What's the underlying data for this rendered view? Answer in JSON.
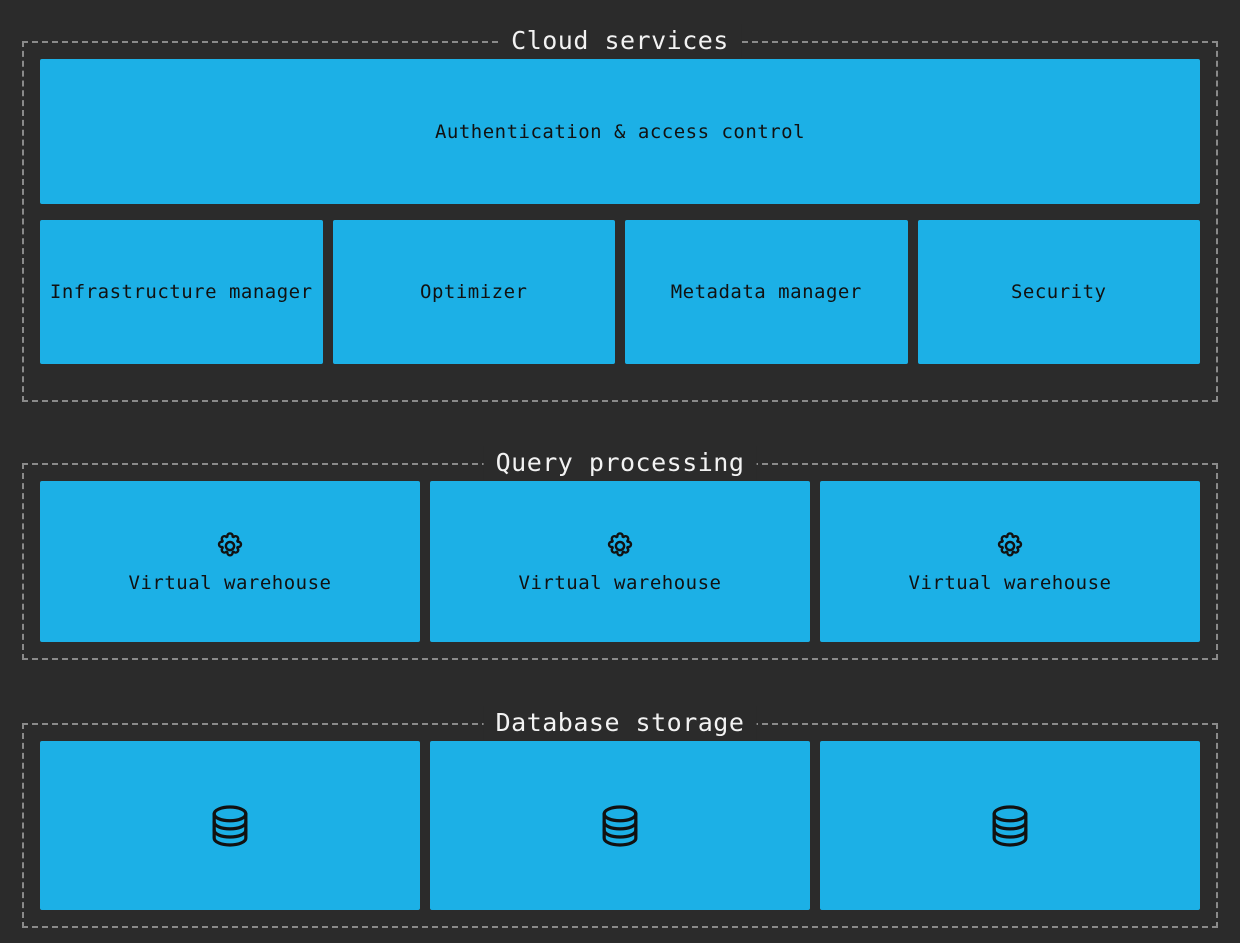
{
  "colors": {
    "background": "#2b2b2b",
    "node_fill": "#1cb0e6",
    "node_text": "#111111",
    "border_dashed": "#8a8a8a",
    "title_text": "#f2f2f2"
  },
  "sections": [
    {
      "id": "cloud-services",
      "title": "Cloud services",
      "rows": [
        {
          "id": "auth-row",
          "nodes": [
            {
              "label": "Authentication & access control",
              "icon": null
            }
          ]
        },
        {
          "id": "services-row",
          "nodes": [
            {
              "label": "Infrastructure manager",
              "icon": null
            },
            {
              "label": "Optimizer",
              "icon": null
            },
            {
              "label": "Metadata manager",
              "icon": null
            },
            {
              "label": "Security",
              "icon": null
            }
          ]
        }
      ]
    },
    {
      "id": "query-processing",
      "title": "Query processing",
      "rows": [
        {
          "id": "warehouses-row",
          "nodes": [
            {
              "label": "Virtual warehouse",
              "icon": "gear-icon"
            },
            {
              "label": "Virtual warehouse",
              "icon": "gear-icon"
            },
            {
              "label": "Virtual warehouse",
              "icon": "gear-icon"
            }
          ]
        }
      ]
    },
    {
      "id": "database-storage",
      "title": "Database storage",
      "rows": [
        {
          "id": "databases-row",
          "nodes": [
            {
              "label": "",
              "icon": "database-icon"
            },
            {
              "label": "",
              "icon": "database-icon"
            },
            {
              "label": "",
              "icon": "database-icon"
            }
          ]
        }
      ]
    }
  ]
}
